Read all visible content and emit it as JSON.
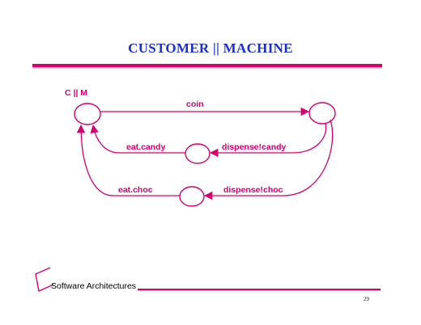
{
  "slide": {
    "title": "CUSTOMER || MACHINE",
    "footer": "Software Architectures",
    "page_number": "29"
  },
  "diagram": {
    "start_label": "C || M",
    "colors": {
      "accent": "#d6006e",
      "label": "#d6006e",
      "state_label": "#000000"
    },
    "transitions": [
      {
        "label": "coin"
      },
      {
        "label": "dispense!candy"
      },
      {
        "label": "eat.candy"
      },
      {
        "label": "dispense!choc"
      },
      {
        "label": "eat.choc"
      }
    ]
  }
}
